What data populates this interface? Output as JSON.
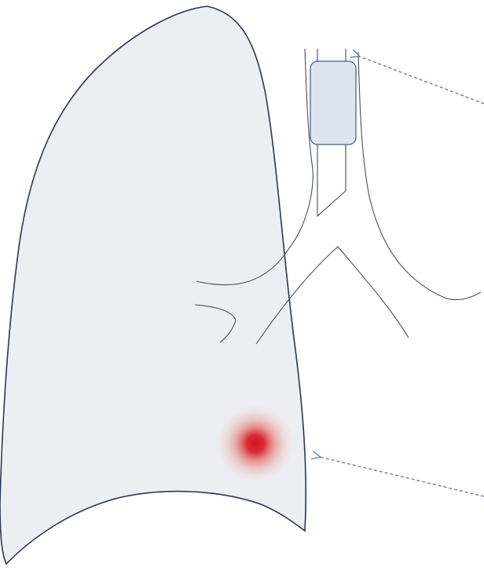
{
  "diagram": {
    "colors": {
      "background": "#ffffff",
      "lung_fill": "#eceef4",
      "lung_outline": "#2e3650",
      "airway_line": "#4a4f5c",
      "trachea_highlight_fill": "#dde4f1",
      "trachea_highlight_stroke": "#4a5a7a",
      "arrow": "#6d7fa8",
      "lesion_core": "#d4141f",
      "lesion_halo": "#e7a9a2"
    },
    "elements": {
      "lung": "right-lung-outline",
      "trachea": "trachea-with-bronchi",
      "highlight": "trachea-highlight-box",
      "lesion": "peripheral-nodule",
      "arrows": [
        "arrow-to-trachea",
        "arrow-to-nodule"
      ]
    }
  }
}
